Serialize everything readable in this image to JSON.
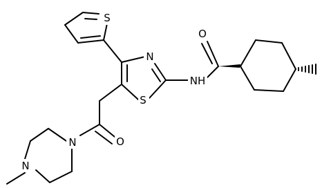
{
  "atoms": {
    "thiophene_s": "S",
    "thiazole_n": "N",
    "thiazole_s": "S",
    "amide_o": "O",
    "amide_nh": "NH",
    "ketone_o": "O",
    "piperazine_n1": "N",
    "piperazine_n4": "N"
  },
  "colors": {
    "bond": "#000000",
    "text": "#000000",
    "background": "#ffffff"
  }
}
